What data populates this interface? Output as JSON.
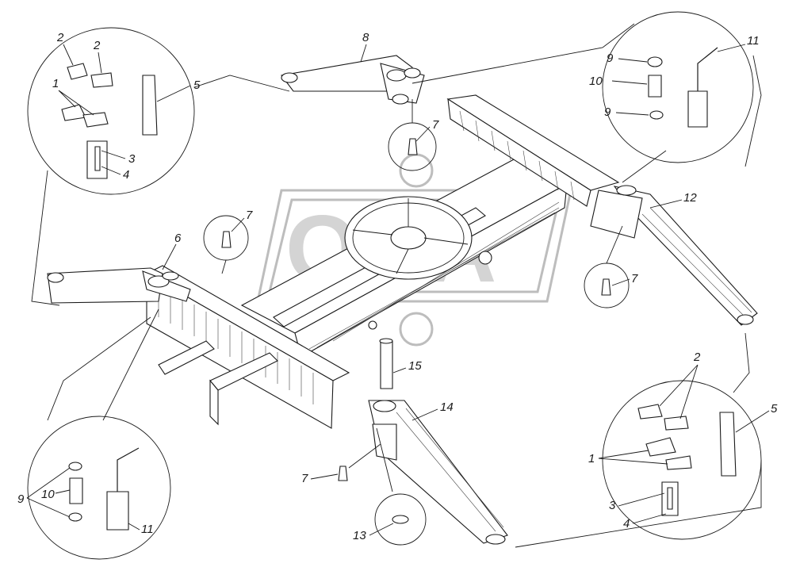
{
  "diagram": {
    "watermark_text": "ОПА",
    "callouts": [
      {
        "id": "c1",
        "text": "2"
      },
      {
        "id": "c2",
        "text": "2"
      },
      {
        "id": "c3",
        "text": "1"
      },
      {
        "id": "c4",
        "text": "5"
      },
      {
        "id": "c5",
        "text": "3"
      },
      {
        "id": "c6",
        "text": "4"
      },
      {
        "id": "c7",
        "text": "8"
      },
      {
        "id": "c8",
        "text": "7"
      },
      {
        "id": "c9",
        "text": "9"
      },
      {
        "id": "c10",
        "text": "10"
      },
      {
        "id": "c11",
        "text": "9"
      },
      {
        "id": "c12",
        "text": "11"
      },
      {
        "id": "c13",
        "text": "12"
      },
      {
        "id": "c14",
        "text": "7"
      },
      {
        "id": "c15",
        "text": "7"
      },
      {
        "id": "c16",
        "text": "6"
      },
      {
        "id": "c17",
        "text": "15"
      },
      {
        "id": "c18",
        "text": "14"
      },
      {
        "id": "c19",
        "text": "2"
      },
      {
        "id": "c20",
        "text": "5"
      },
      {
        "id": "c21",
        "text": "1"
      },
      {
        "id": "c22",
        "text": "3"
      },
      {
        "id": "c23",
        "text": "4"
      },
      {
        "id": "c24",
        "text": "7"
      },
      {
        "id": "c25",
        "text": "13"
      },
      {
        "id": "c26",
        "text": "9"
      },
      {
        "id": "c27",
        "text": "10"
      },
      {
        "id": "c28",
        "text": "11"
      }
    ]
  }
}
